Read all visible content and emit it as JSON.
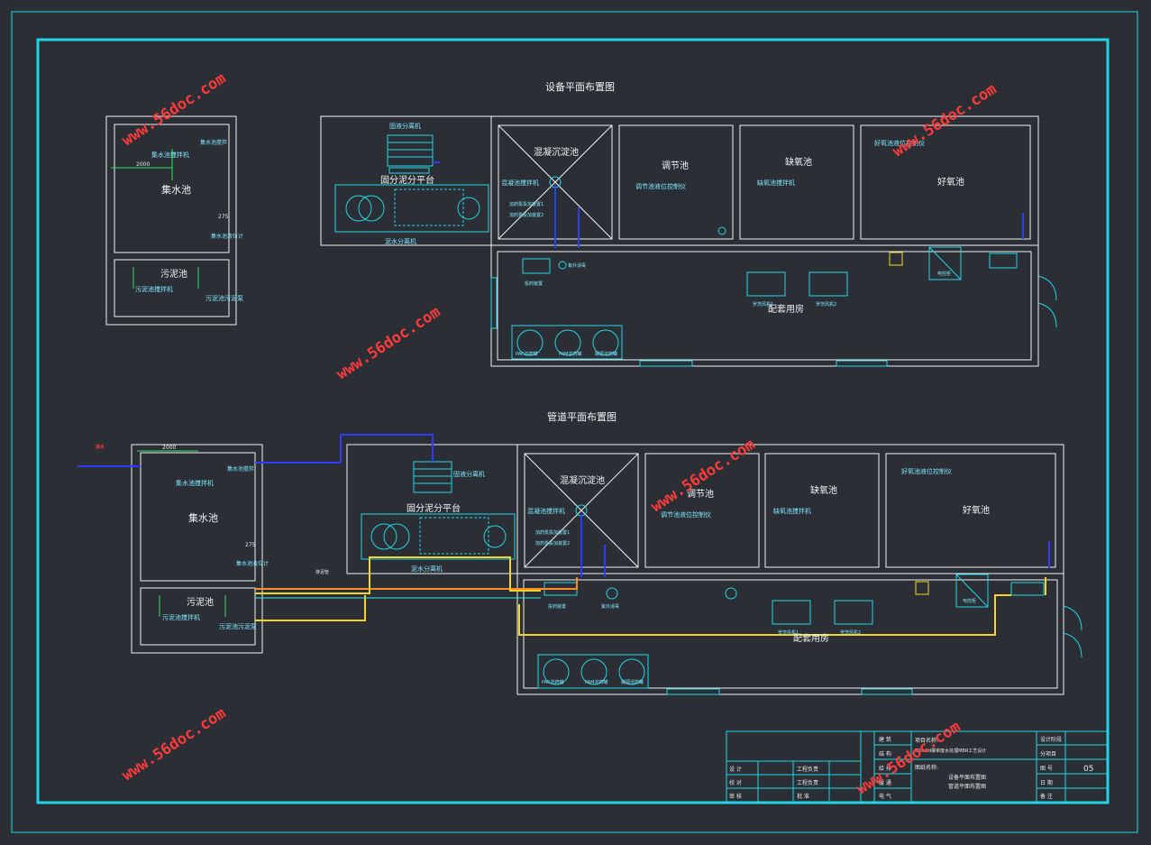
{
  "titles": {
    "equipment_plan": "设备平面布置图",
    "pipeline_plan": "管道平面布置图"
  },
  "labels": {
    "collection_tank": "集水池",
    "collection_mixer": "集水池搅拌机",
    "collection_mixer_small": "集水池搅拌",
    "collection_level": "集水池液位计",
    "sludge_tank": "污泥池",
    "sludge_mixer": "污泥池搅拌机",
    "sludge_pump": "污泥池污泥泵",
    "solid_separator": "固液分离机",
    "separator_platform": "固分泥分平台",
    "sludge_dewater": "泥水分离机",
    "coag_tank": "混凝沉淀池",
    "coag_mixer": "混凝池搅拌机",
    "coag_dosing_1": "加药泵投加装置1",
    "coag_dosing_2": "加药泵投加装置2",
    "regulation_tank": "调节池",
    "regulation_level": "调节池液位控制仪",
    "anoxic_tank": "缺氧池",
    "anoxic_mixer": "缺氧池搅拌机",
    "aerobic_level": "好氧池液位控制仪",
    "aerobic_tank": "好氧池",
    "equipment_room": "配套用房",
    "blower1": "罗茨风机1",
    "blower2": "罗茨风机2",
    "dosing_device": "投药装置",
    "uv": "紫外消毒",
    "control": "电控柜",
    "dosing_tank1": "PAC溶药罐",
    "dosing_tank2": "PAM溶药罐",
    "dosing_tank3": "碳源溶药罐",
    "inlet": "进水",
    "pipe_note": "排泥管",
    "dim_2000": "2000",
    "dim_275": "275"
  },
  "title_block": {
    "project_label": "项目名称:",
    "project": "50m³/d屠宰废水处理MBR工艺设计",
    "drawing_label": "图纸名称:",
    "drawing_1": "设备平面布置图",
    "drawing_2": "管道平面布置图",
    "sheet_no": "05",
    "rows": [
      "设 计",
      "校 对",
      "审 核"
    ],
    "roles": [
      "工程负责",
      "工程负责",
      "批 准"
    ],
    "mid": [
      "建 筑",
      "结 构",
      "给 排",
      "暖 通",
      "电 气"
    ],
    "right": [
      "设计阶段",
      "分项目",
      "图 号",
      "日 期",
      "备 注"
    ]
  },
  "watermark": "www.56doc.com",
  "colors": {
    "frame": "#22d4e4",
    "wall": "#f0f0f0",
    "pipe_blue": "#2b3bff",
    "pipe_yellow": "#f3d52a",
    "pipe_orange": "#ff8a2a",
    "pipe_cyan": "#39e6f2",
    "watermark": "#ff3a3a"
  }
}
